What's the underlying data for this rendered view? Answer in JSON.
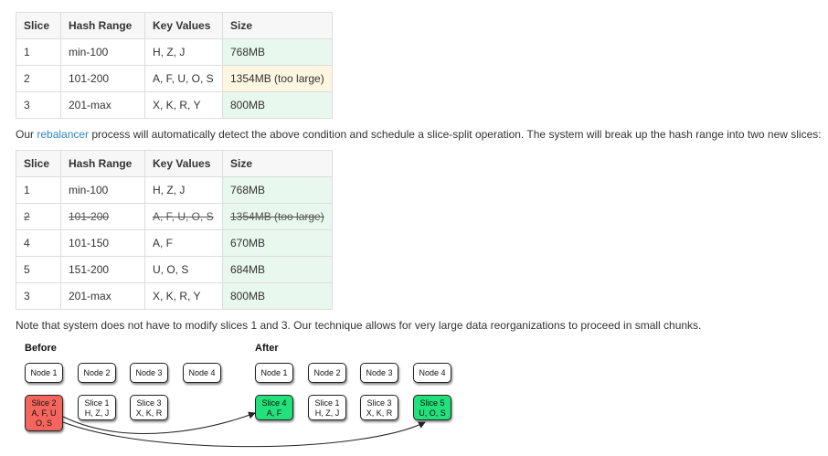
{
  "table_before": {
    "headers": [
      "Slice",
      "Hash Range",
      "Key Values",
      "Size"
    ],
    "rows": [
      {
        "slice": "1",
        "hash": "min-100",
        "keys": "H, Z, J",
        "size": "768MB"
      },
      {
        "slice": "2",
        "hash": "101-200",
        "keys": "A, F, U, O, S",
        "size": "1354MB (too large)"
      },
      {
        "slice": "3",
        "hash": "201-max",
        "keys": "X, K, R, Y",
        "size": "800MB"
      }
    ]
  },
  "paragraph_1": {
    "before_link": "Our ",
    "link": "rebalancer",
    "after_link": " process will automatically detect the above condition and schedule a slice-split operation. The system will break up the hash range into two new slices:"
  },
  "table_after": {
    "headers": [
      "Slice",
      "Hash Range",
      "Key Values",
      "Size"
    ],
    "rows": [
      {
        "slice": "1",
        "hash": "min-100",
        "keys": "H, Z, J",
        "size": "768MB"
      },
      {
        "slice": "2",
        "hash": "101-200",
        "keys": "A, F, U, O, S",
        "size": "1354MB (too large)"
      },
      {
        "slice": "4",
        "hash": "101-150",
        "keys": "A, F",
        "size": "670MB"
      },
      {
        "slice": "5",
        "hash": "151-200",
        "keys": "U, O, S",
        "size": "684MB"
      },
      {
        "slice": "3",
        "hash": "201-max",
        "keys": "X, K, R, Y",
        "size": "800MB"
      }
    ]
  },
  "paragraph_2": "Note that system does not have to modify slices 1 and 3. Our technique allows for very large data reorganizations to proceed in small chunks.",
  "diagram": {
    "before": {
      "title": "Before",
      "nodes": [
        "Node 1",
        "Node 2",
        "Node 3",
        "Node 4"
      ],
      "slice2": [
        "Slice 2",
        "A, F, U",
        "O, S"
      ],
      "slice1": [
        "Slice 1",
        "H, Z, J"
      ],
      "slice3": [
        "Slice 3",
        "X, K, R"
      ]
    },
    "after": {
      "title": "After",
      "nodes": [
        "Node 1",
        "Node 2",
        "Node 3",
        "Node 4"
      ],
      "slice4": [
        "Slice 4",
        "A, F"
      ],
      "slice1": [
        "Slice 1",
        "H, Z, J"
      ],
      "slice3": [
        "Slice 3",
        "X, K, R"
      ],
      "slice5": [
        "Slice 5",
        "U, O, S"
      ]
    },
    "colors": {
      "overloaded": "#f4665d",
      "new_slice": "#22e07a"
    }
  }
}
